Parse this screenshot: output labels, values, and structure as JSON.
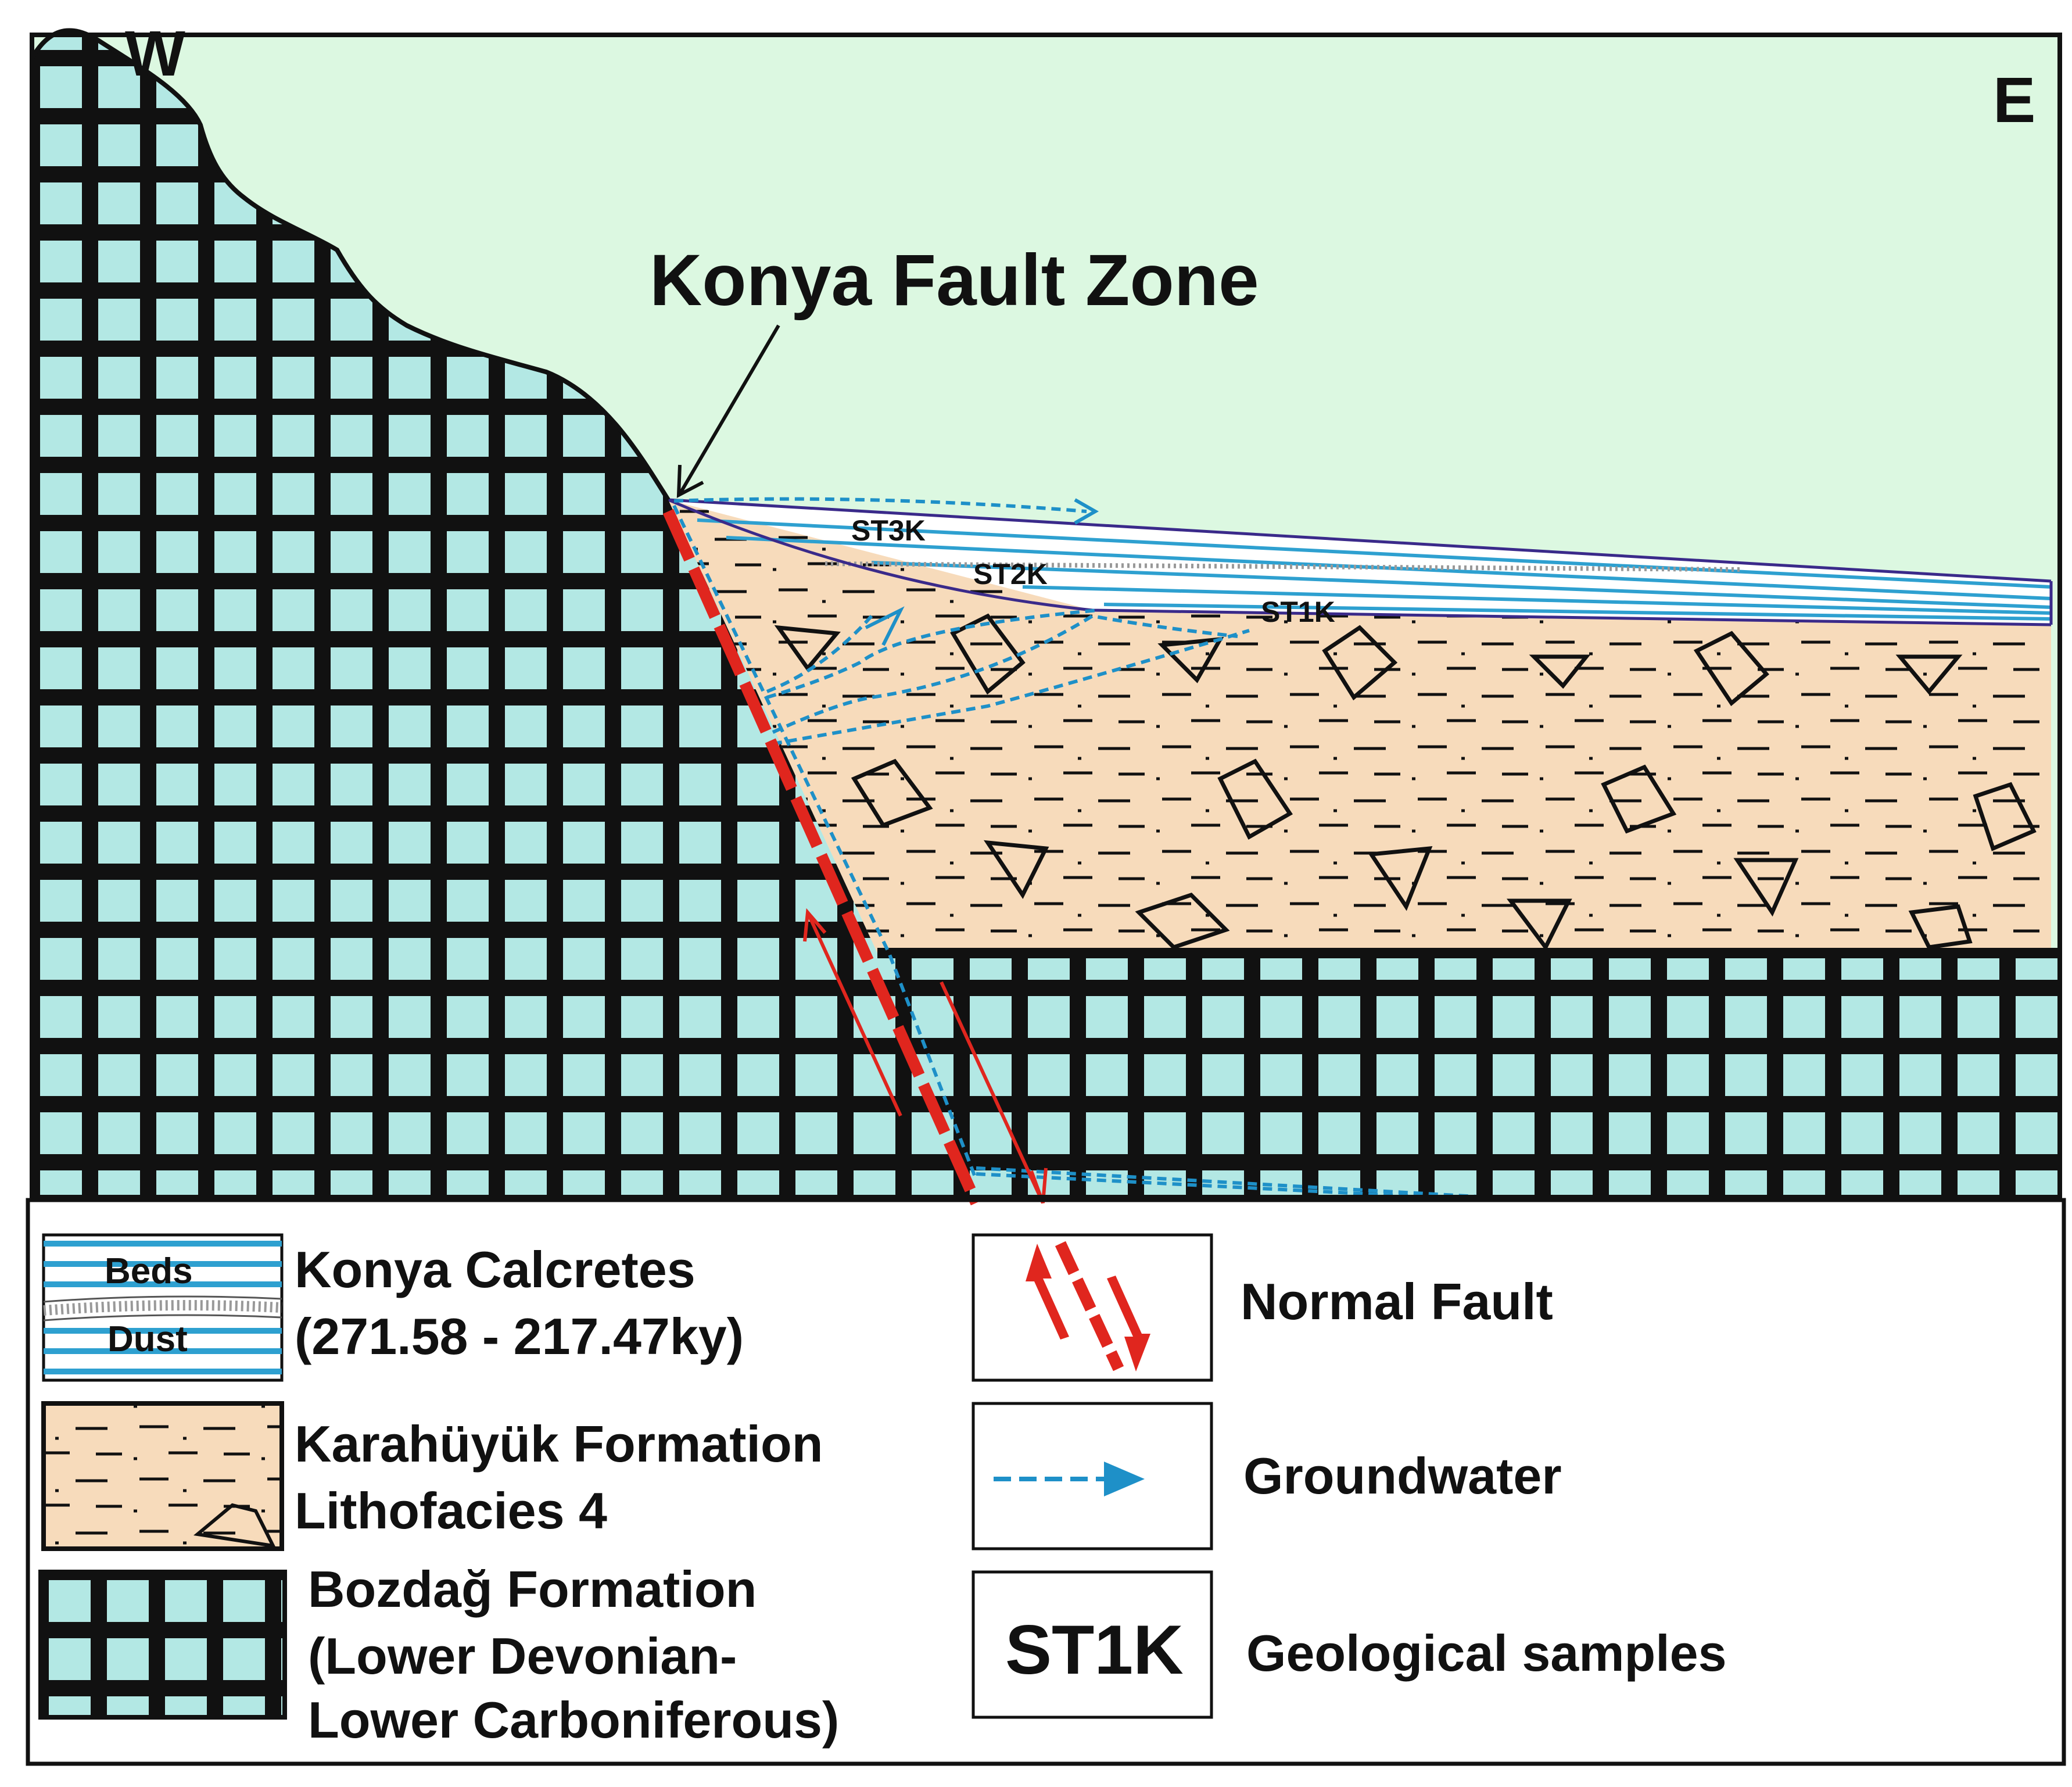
{
  "section": {
    "west_label": "W",
    "east_label": "E",
    "fault_zone_label": "Konya Fault Zone",
    "samples": [
      "ST3K",
      "ST2K",
      "ST1K"
    ]
  },
  "legend": {
    "calcretes": {
      "beds_label": "Beds",
      "dust_label": "Dust",
      "title_line1": "Konya Calcretes",
      "title_line2": "(271.58 - 217.47ky)"
    },
    "karahuyuk": {
      "line1": "Karahüyük Formation",
      "line2": "Lithofacies 4"
    },
    "bozdag": {
      "line1": "Bozdağ Formation",
      "line2": "(Lower Devonian-",
      "line3": "Lower Carboniferous)"
    },
    "normal_fault": "Normal Fault",
    "groundwater": "Groundwater",
    "sample_symbol": "ST1K",
    "geological_samples": "Geological samples"
  },
  "colors": {
    "sky": "#dcf8e1",
    "limestone": "#b3e8e4",
    "karahuyuk": "#f7dbbb",
    "calcrete_line": "#2ea0d0",
    "fault": "#e0261e",
    "groundwater": "#1e90c8",
    "outline": "#111111"
  }
}
